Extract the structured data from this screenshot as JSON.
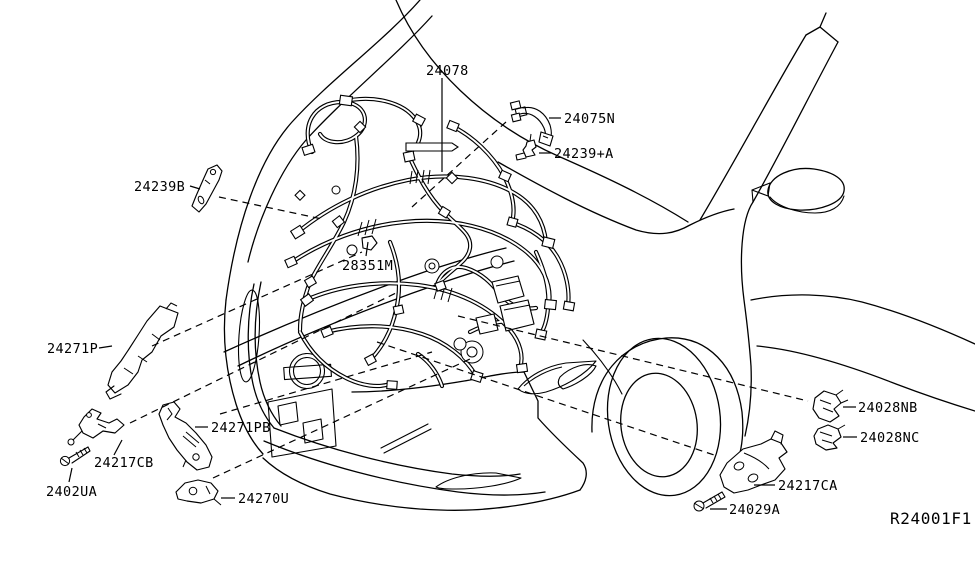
{
  "diagram": {
    "figure_code": "R24001F1",
    "line_color": "#000000",
    "background_color": "#ffffff",
    "part_labels": [
      {
        "callout": "24078"
      },
      {
        "callout": "24075N"
      },
      {
        "callout": "24239+A"
      },
      {
        "callout": "24239B"
      },
      {
        "callout": "28351M"
      },
      {
        "callout": "24271P"
      },
      {
        "callout": "24271PB"
      },
      {
        "callout": "24217CB"
      },
      {
        "callout": "2402UA"
      },
      {
        "callout": "24270U"
      },
      {
        "callout": "24028NB"
      },
      {
        "callout": "24028NC"
      },
      {
        "callout": "24217CA"
      },
      {
        "callout": "24029A"
      }
    ]
  }
}
